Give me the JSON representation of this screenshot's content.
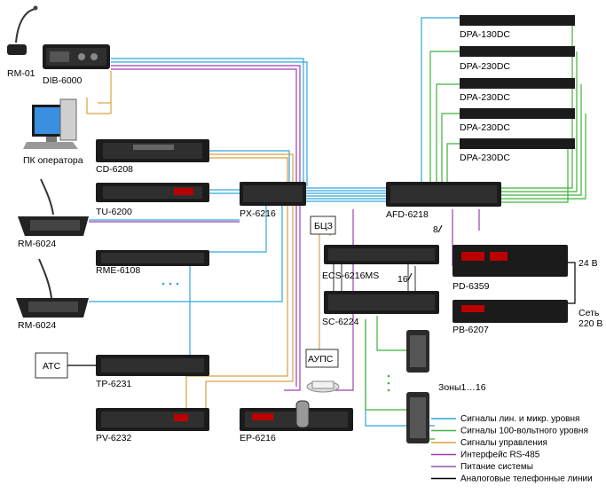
{
  "colors": {
    "line_level": "#2ea6d9",
    "speaker_100v": "#3fb23a",
    "control": "#d9a041",
    "rs485": "#9b3fb0",
    "power": "#8a5aa8",
    "phone": "#000000",
    "device_body": "#1b1b1b",
    "device_face": "#2f2f2f"
  },
  "labels": {
    "rm01": "RM-01",
    "dib6000": "DIB-6000",
    "pc": "ПК оператора",
    "cd6208": "CD-6208",
    "tu6200": "TU-6200",
    "px6216": "PX-6216",
    "rm6024_a": "RM-6024",
    "rme6108": "RME-6108",
    "rm6024_b": "RM-6024",
    "ats": "АТС",
    "tp6231": "TP-6231",
    "pv6232": "PV-6232",
    "ep6216": "EP-6216",
    "afd6218": "AFD-6218",
    "ecs6216ms": "ECS-6216MS",
    "sc6224": "SC-6224",
    "bcz": "БЦЗ",
    "aups": "АУПС",
    "dpa130": "DPA-130DC",
    "dpa230_1": "DPA-230DC",
    "dpa230_2": "DPA-230DC",
    "dpa230_3": "DPA-230DC",
    "dpa230_4": "DPA-230DC",
    "pd6359": "PD-6359",
    "pb6207": "PB-6207",
    "v24": "24 В",
    "mains1": "Сеть",
    "mains2": "220 В",
    "zones": "Зоны1…16",
    "n8": "8",
    "n16": "16"
  },
  "legend": [
    {
      "text": "Сигналы лин. и микр. уровня",
      "color": "#2ea6d9"
    },
    {
      "text": "Сигналы 100-вольтного уровня",
      "color": "#3fb23a"
    },
    {
      "text": "Сигналы управления",
      "color": "#d9a041"
    },
    {
      "text": "Интерфейс RS-485",
      "color": "#9b3fb0"
    },
    {
      "text": "Питание системы",
      "color": "#8a5aa8"
    },
    {
      "text": "Аналоговые телефонные линии",
      "color": "#000000"
    }
  ]
}
